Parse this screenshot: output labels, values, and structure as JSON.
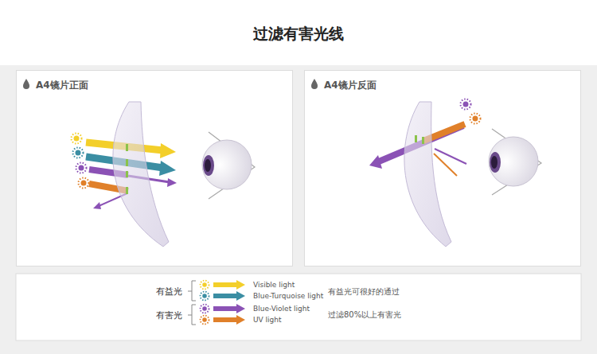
{
  "diagram": {
    "title": "过滤有害光线",
    "nodes": [
      {
        "text": [
          "A4镜片正面"
        ]
      },
      {
        "text": [
          "A4镜片反面"
        ]
      }
    ],
    "labels": [
      "有益光",
      "有害光",
      "有益光可很好的通过",
      "过滤80%以上有害光"
    ],
    "legend": [
      {
        "text": "Visible light",
        "color": "#f3cf2a"
      },
      {
        "text": "Blue-Turquoise light",
        "color": "#3b8ea3"
      },
      {
        "text": "Blue-Violet light",
        "color": "#8b52b5"
      },
      {
        "text": "UV light",
        "color": "#e0802a"
      }
    ]
  }
}
